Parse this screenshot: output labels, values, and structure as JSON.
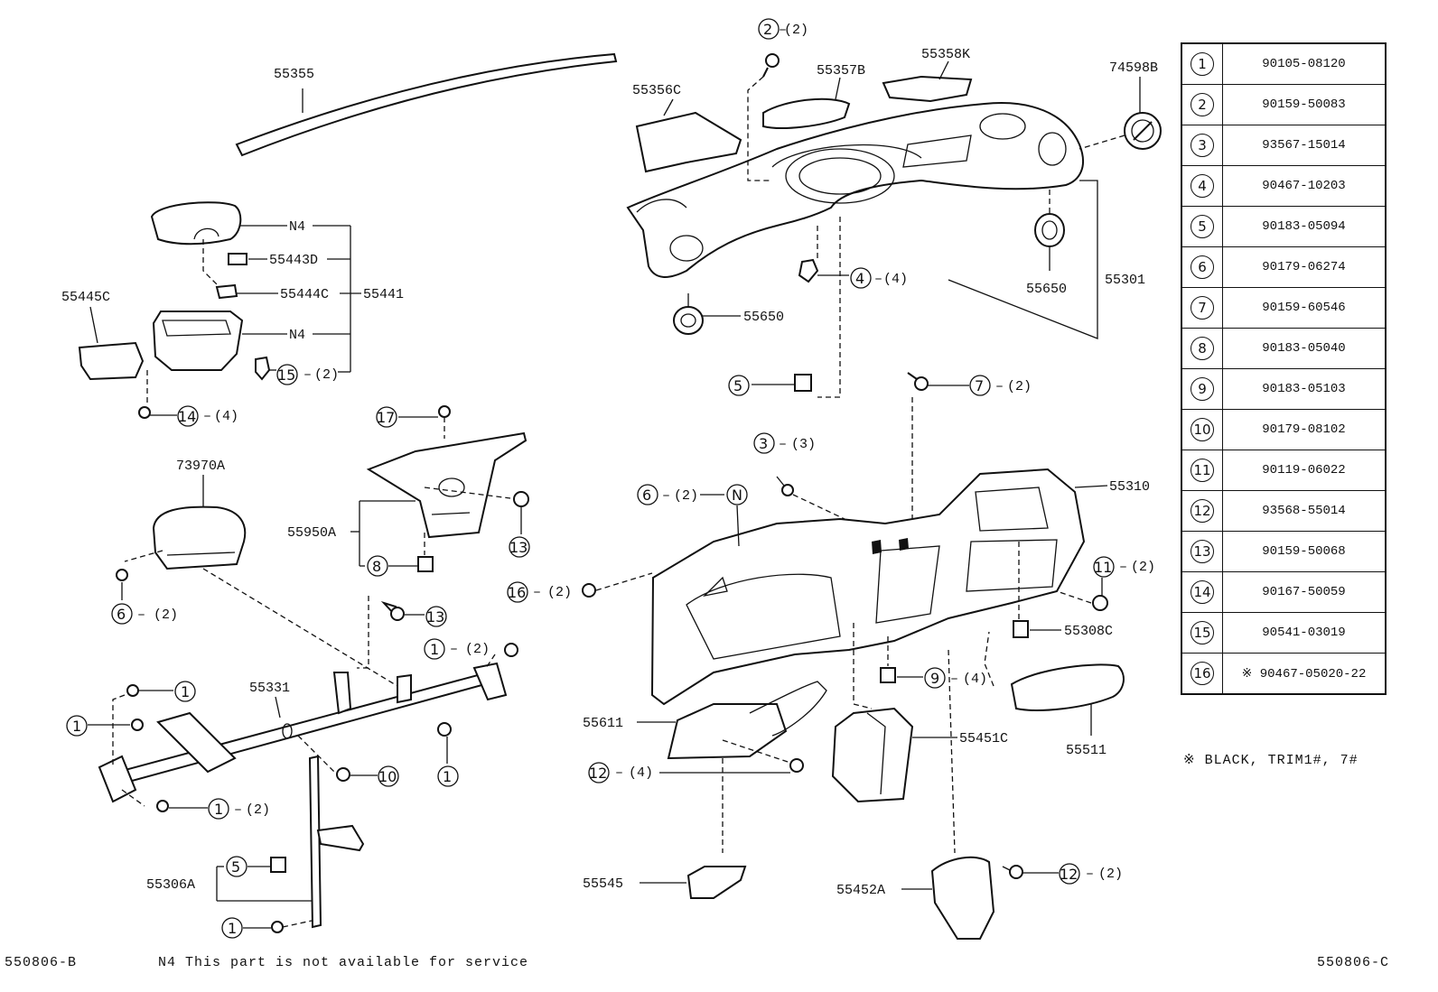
{
  "callouts": {
    "c55355": "55355",
    "c55356C": "55356C",
    "c55357B": "55357B",
    "c55358K": "55358K",
    "c74598B": "74598B",
    "c55301": "55301",
    "c55650a": "55650",
    "c55650b": "55650",
    "cN4a": "N4",
    "cN4b": "N4",
    "c55443D": "55443D",
    "c55444C": "55444C",
    "c55441": "55441",
    "c55445C": "55445C",
    "c73970A": "73970A",
    "c55950A": "55950A",
    "c55310": "55310",
    "c55331": "55331",
    "c55308C": "55308C",
    "c55511": "55511",
    "c55611": "55611",
    "c55451C": "55451C",
    "c55545": "55545",
    "c55452A": "55452A",
    "c55306A": "55306A",
    "cN": "N"
  },
  "qty": {
    "q2_top": "(2)",
    "q4_clip": "(4)",
    "q7": "(2)",
    "q3": "(3)",
    "q6_n": "(2)",
    "q15": "(2)",
    "q14": "(4)",
    "q6_air": "(2)",
    "q16": "(2)",
    "q11": "(2)",
    "q9": "(4)",
    "q1_bar": "(2)",
    "q1_bottom": "(2)",
    "q12_left": "(4)",
    "q12_right": "(2)"
  },
  "legend": [
    {
      "num": "1",
      "part": "90105-08120"
    },
    {
      "num": "2",
      "part": "90159-50083"
    },
    {
      "num": "3",
      "part": "93567-15014"
    },
    {
      "num": "4",
      "part": "90467-10203"
    },
    {
      "num": "5",
      "part": "90183-05094"
    },
    {
      "num": "6",
      "part": "90179-06274"
    },
    {
      "num": "7",
      "part": "90159-60546"
    },
    {
      "num": "8",
      "part": "90183-05040"
    },
    {
      "num": "9",
      "part": "90183-05103"
    },
    {
      "num": "10",
      "part": "90179-08102"
    },
    {
      "num": "11",
      "part": "90119-06022"
    },
    {
      "num": "12",
      "part": "93568-55014"
    },
    {
      "num": "13",
      "part": "90159-50068"
    },
    {
      "num": "14",
      "part": "90167-50059"
    },
    {
      "num": "15",
      "part": "90541-03019"
    },
    {
      "num": "16",
      "part": "※ 90467-05020-22"
    }
  ],
  "footnote_black": "※ BLACK, TRIM1#, 7#",
  "footer": {
    "left_code": "550806-B",
    "note": "N4 This part is not available for service",
    "right_code": "550806-C"
  }
}
